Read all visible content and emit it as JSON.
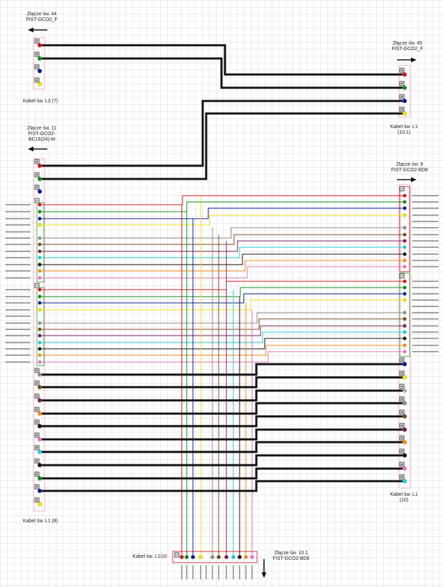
{
  "connectors": {
    "c44": {
      "title": "Złącze św. 44",
      "part": "FIST-GCO2_F"
    },
    "c45": {
      "title": "Złącze św. 45",
      "part": "FIST-GCO2_F"
    },
    "c11": {
      "title": "Złącze św. 11",
      "part": "FIST-GCO2-",
      "part2": "BC16(24)-M"
    },
    "c9": {
      "title": "Złącze św. 9",
      "part": "FIST-GCO2-BD6"
    },
    "c101": {
      "title": "Złącze św. 10.1",
      "part": "FIST-GCO2-BD6"
    }
  },
  "cables": {
    "l3": "Kabel św. L3 (7)",
    "l1_101_a": "Kabel św. L1",
    "l1_101_b": "(10.1)",
    "l1_10_a": "Kabel św. L1",
    "l1_10_b": "(10)",
    "l1_8": "Kabel św. L1 (8)",
    "l110": "Kabel św. L1/10"
  },
  "colors": {
    "red": "#d0141c",
    "green": "#118a1b",
    "blue": "#0a1a8c",
    "yellow": "#f2e21a",
    "grey": "#8a8a8a",
    "brown": "#7a4a1c",
    "purple": "#7a1a5a",
    "cyan": "#22c8d8",
    "black": "#111111",
    "orange": "#f08a1a",
    "pink": "#e870c0",
    "wire_thick": "#111111",
    "frame_pink": "#e8a0b8",
    "frame_red": "#c01010",
    "frame_green": "#2a9a2a"
  },
  "icons": [
    "arrow-left-icon",
    "arrow-right-icon",
    "arrow-down-icon",
    "plus-box-icon",
    "minus-box-icon",
    "fiber-dot-icon"
  ]
}
